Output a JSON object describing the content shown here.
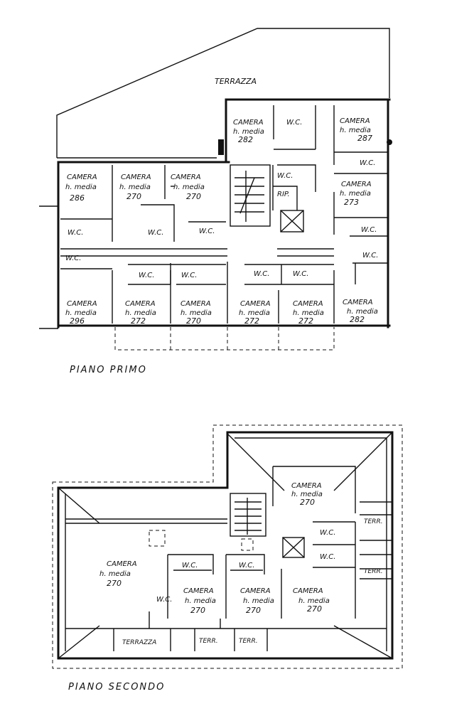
{
  "floor_1": {
    "title": "PIANO PRIMO",
    "terrace": "TERRAZZA",
    "rooms": [
      {
        "name": "CAMERA",
        "h": "h. media",
        "v": "282"
      },
      {
        "name": "CAMERA",
        "h": "h. media",
        "v": "287"
      },
      {
        "name": "CAMERA",
        "h": "h. media",
        "v": "286"
      },
      {
        "name": "CAMERA",
        "h": "h. media",
        "v": "270"
      },
      {
        "name": "CAMERA",
        "h": "h. media",
        "v": "270"
      },
      {
        "name": "CAMERA",
        "h": "h. media",
        "v": "273"
      },
      {
        "name": "CAMERA",
        "h": "h. media",
        "v": "296"
      },
      {
        "name": "CAMERA",
        "h": "h. media",
        "v": "272"
      },
      {
        "name": "CAMERA",
        "h": "h. media",
        "v": "270"
      },
      {
        "name": "CAMERA",
        "h": "h. media",
        "v": "272"
      },
      {
        "name": "CAMERA",
        "h": "h. media",
        "v": "272"
      },
      {
        "name": "CAMERA",
        "h": "h. media",
        "v": "282"
      }
    ],
    "wc": [
      "W.C.",
      "W.C.",
      "W.C.",
      "W.C.",
      "W.C.",
      "W.C.",
      "W.C.",
      "W.C.",
      "W.C.",
      "W.C.",
      "W.C.",
      "W.C.",
      "W.C."
    ],
    "storage": "RIP."
  },
  "floor_2": {
    "title": "PIANO SECONDO",
    "rooms": [
      {
        "name": "CAMERA",
        "h": "h. media",
        "v": "270"
      },
      {
        "name": "CAMERA",
        "h": "h. media",
        "v": "270"
      },
      {
        "name": "CAMERA",
        "h": "h. media",
        "v": "270"
      },
      {
        "name": "CAMERA",
        "h": "h. media",
        "v": "270"
      },
      {
        "name": "CAMERA",
        "h": "h. media",
        "v": "270"
      }
    ],
    "wc": [
      "W.C.",
      "W.C.",
      "W.C.",
      "W.C.",
      "W.C."
    ],
    "terr": [
      "TERR.",
      "TERR.",
      "TERR.",
      "TERR."
    ],
    "terrace": "TERRAZZA"
  }
}
